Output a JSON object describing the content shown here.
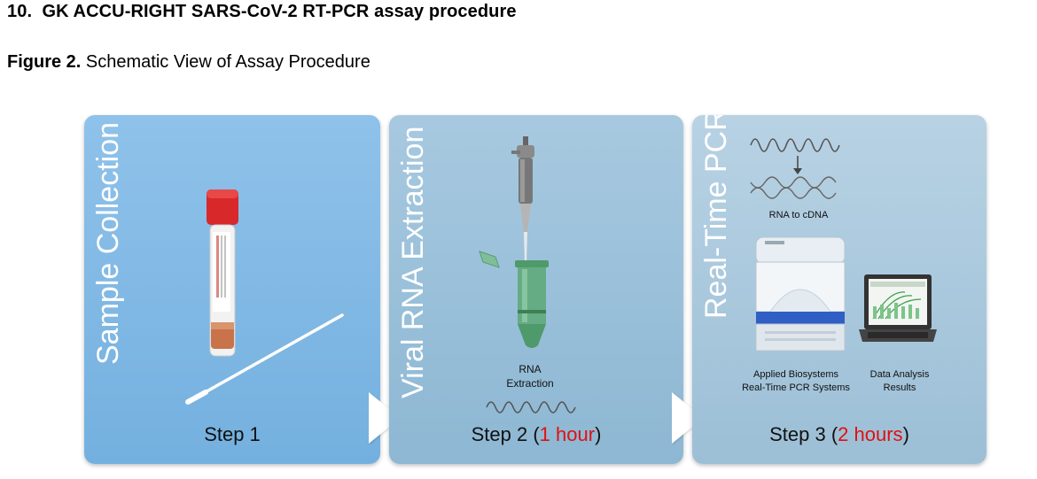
{
  "section": {
    "number": "10.",
    "title": "GK ACCU-RIGHT SARS-CoV-2 RT-PCR assay procedure"
  },
  "figure": {
    "label": "Figure 2.",
    "caption": "Schematic View of Assay Procedure"
  },
  "panels": [
    {
      "title": "Sample Collection",
      "step": "Step 1",
      "step_duration": ""
    },
    {
      "title": "Viral RNA Extraction",
      "step": "Step 2",
      "step_duration": "1 hour",
      "labels": [
        "RNA",
        "Extraction"
      ]
    },
    {
      "title": "Real-Time PCR",
      "step": "Step 3",
      "step_duration": "2 hours",
      "transform_label": "RNA to cDNA",
      "instrument_label": [
        "Applied Biosystems",
        "Real-Time PCR Systems"
      ],
      "results_label": [
        "Data Analysis",
        "Results"
      ]
    }
  ],
  "colors": {
    "highlight": "#e01010",
    "tube_cap": "#d8282a",
    "extraction_tube": "#4f9a6a",
    "instrument_band": "#2f5fc4"
  },
  "icons": [
    "sample-tube-icon",
    "swab-icon",
    "pipette-icon",
    "extraction-tube-icon",
    "rna-strand-icon",
    "cdna-strand-icon",
    "pcr-instrument-icon",
    "laptop-icon",
    "next-step-arrow-icon"
  ]
}
